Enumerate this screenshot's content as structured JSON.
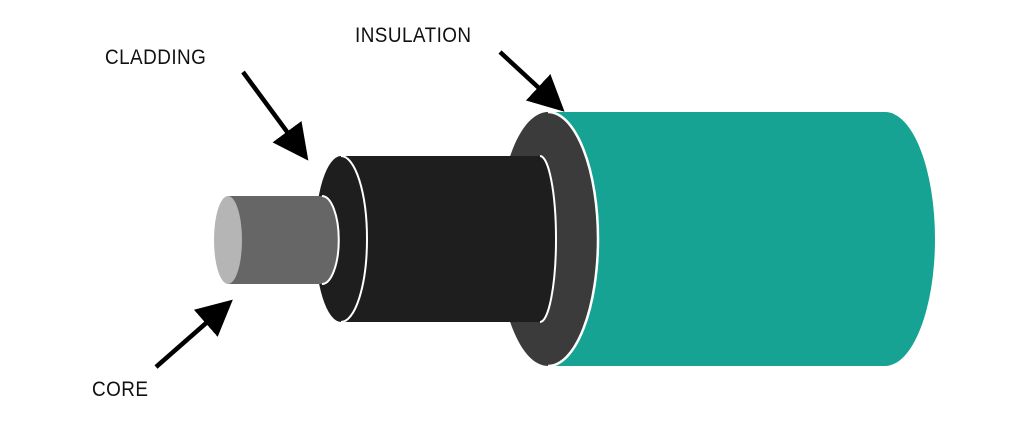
{
  "labels": {
    "insulation": "INSULATION",
    "cladding": "CLADDING",
    "core": "CORE"
  },
  "colors": {
    "insulation": "#16a393",
    "insulation_end_ring": "#3b3b3b",
    "cladding": "#1e1e1e",
    "core_side": "#666666",
    "core_face": "#b5b5b5",
    "highlight_edge": "#ffffff",
    "arrow": "#000000",
    "text": "#111111"
  },
  "icons": {
    "arrows": [
      "arrow-insulation-icon",
      "arrow-cladding-icon",
      "arrow-core-icon"
    ]
  }
}
